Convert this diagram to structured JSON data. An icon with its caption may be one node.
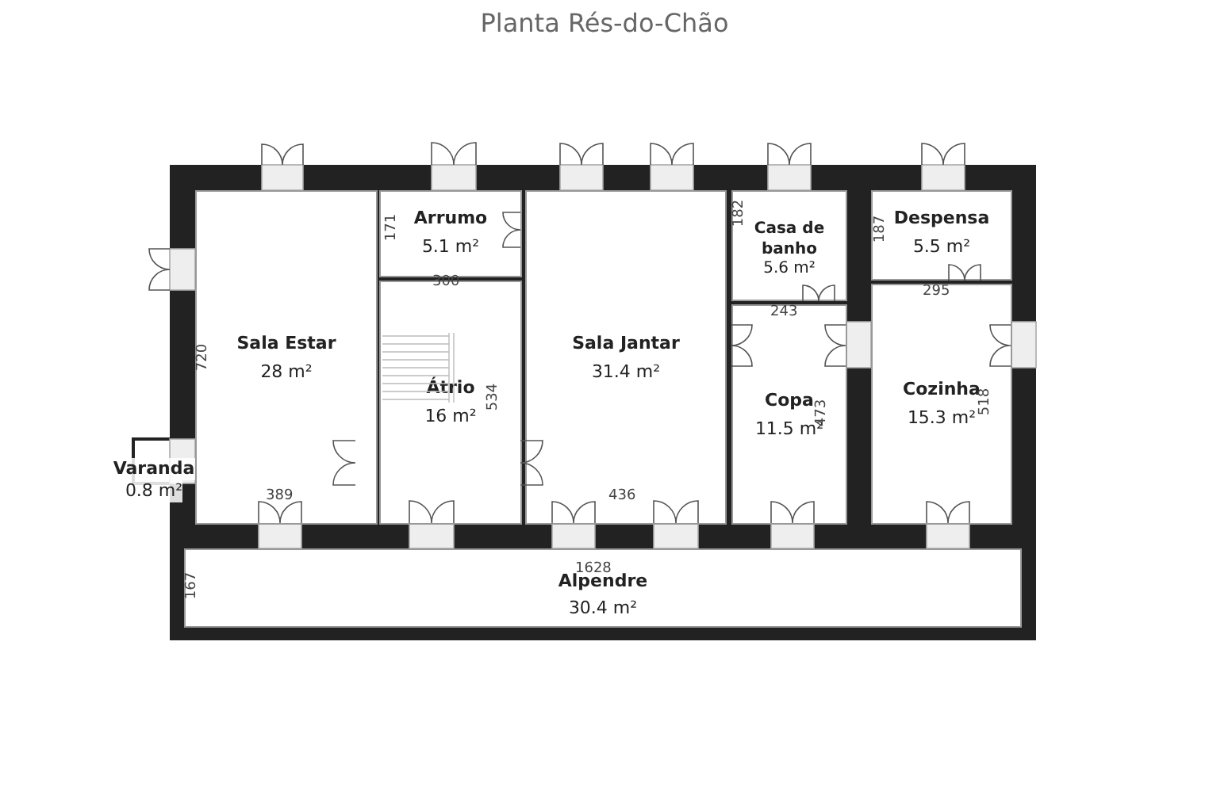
{
  "diagram": {
    "title": "Planta Rés-do-Chão",
    "nodes": [
      {
        "text": [
          "Sala Estar",
          "28 m²"
        ]
      },
      {
        "text": [
          "Arrumo",
          "5.1 m²"
        ]
      },
      {
        "text": [
          "Átrio",
          "16 m²"
        ]
      },
      {
        "text": [
          "Sala Jantar",
          "31.4 m²"
        ]
      },
      {
        "text": [
          "Casa de banho",
          "5.6 m²"
        ]
      },
      {
        "text": [
          "Despensa",
          "5.5 m²"
        ]
      },
      {
        "text": [
          "Copa",
          "11.5 m²"
        ]
      },
      {
        "text": [
          "Cozinha",
          "15.3 m²"
        ]
      },
      {
        "text": [
          "Varanda",
          "0.8 m²"
        ]
      },
      {
        "text": [
          "Alpendre",
          "30.4 m²"
        ]
      }
    ],
    "labels": [
      "720",
      "389",
      "171",
      "300",
      "534",
      "436",
      "182",
      "187",
      "243",
      "295",
      "473",
      "518",
      "167",
      "1628"
    ]
  }
}
